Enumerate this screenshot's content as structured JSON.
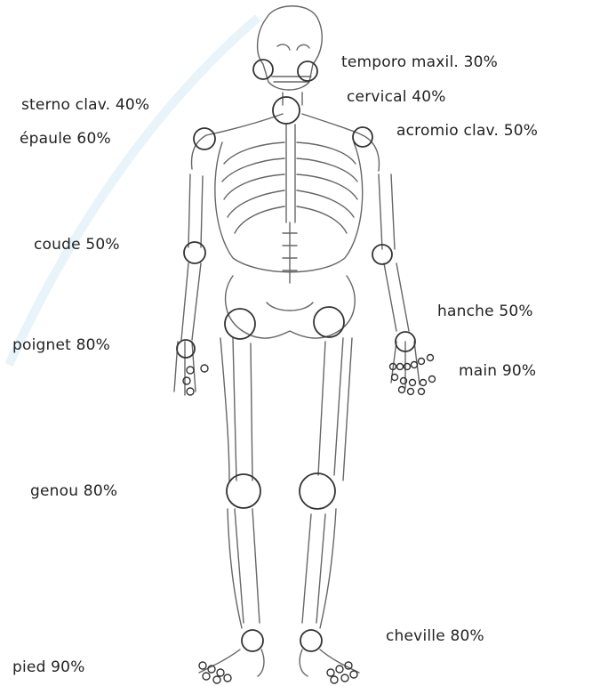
{
  "labels": {
    "temporo_maxil": "temporo maxil. 30%",
    "sterno_clav": "sterno clav. 40%",
    "cervical": "cervical 40%",
    "epaule": "épaule 60%",
    "acromio_clav": "acromio clav. 50%",
    "coude": "coude 50%",
    "hanche": "hanche 50%",
    "poignet": "poignet 80%",
    "main": "main 90%",
    "genou": "genou 80%",
    "cheville": "cheville 80%",
    "pied": "pied 90%"
  },
  "colors": {
    "line": "#555555",
    "text": "#222222",
    "watermark": "#cfe8f3"
  }
}
